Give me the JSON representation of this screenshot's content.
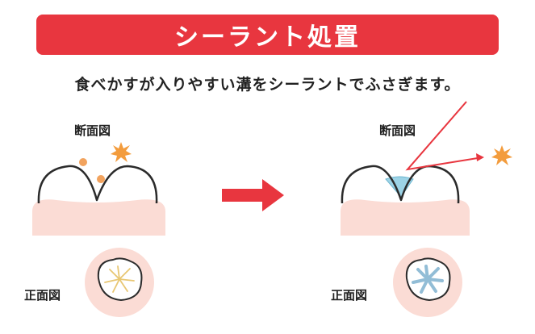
{
  "title": "シーラント処置",
  "subtitle": "食べかすが入りやすい溝をシーラントでふさぎます。",
  "before": {
    "cross_section_label": "断面図",
    "front_view_label": "正面図"
  },
  "after": {
    "cross_section_label": "断面図",
    "front_view_label": "正面図"
  },
  "colors": {
    "banner": "#e8363f",
    "gum": "#fbdcd5",
    "arrow": "#e8363f",
    "sealant": "#9cd3e6",
    "food_debris": "#f2a35e",
    "sparkle": "#f39c3d",
    "groove_before": "#e8c773",
    "groove_after": "#7fb2d0"
  }
}
